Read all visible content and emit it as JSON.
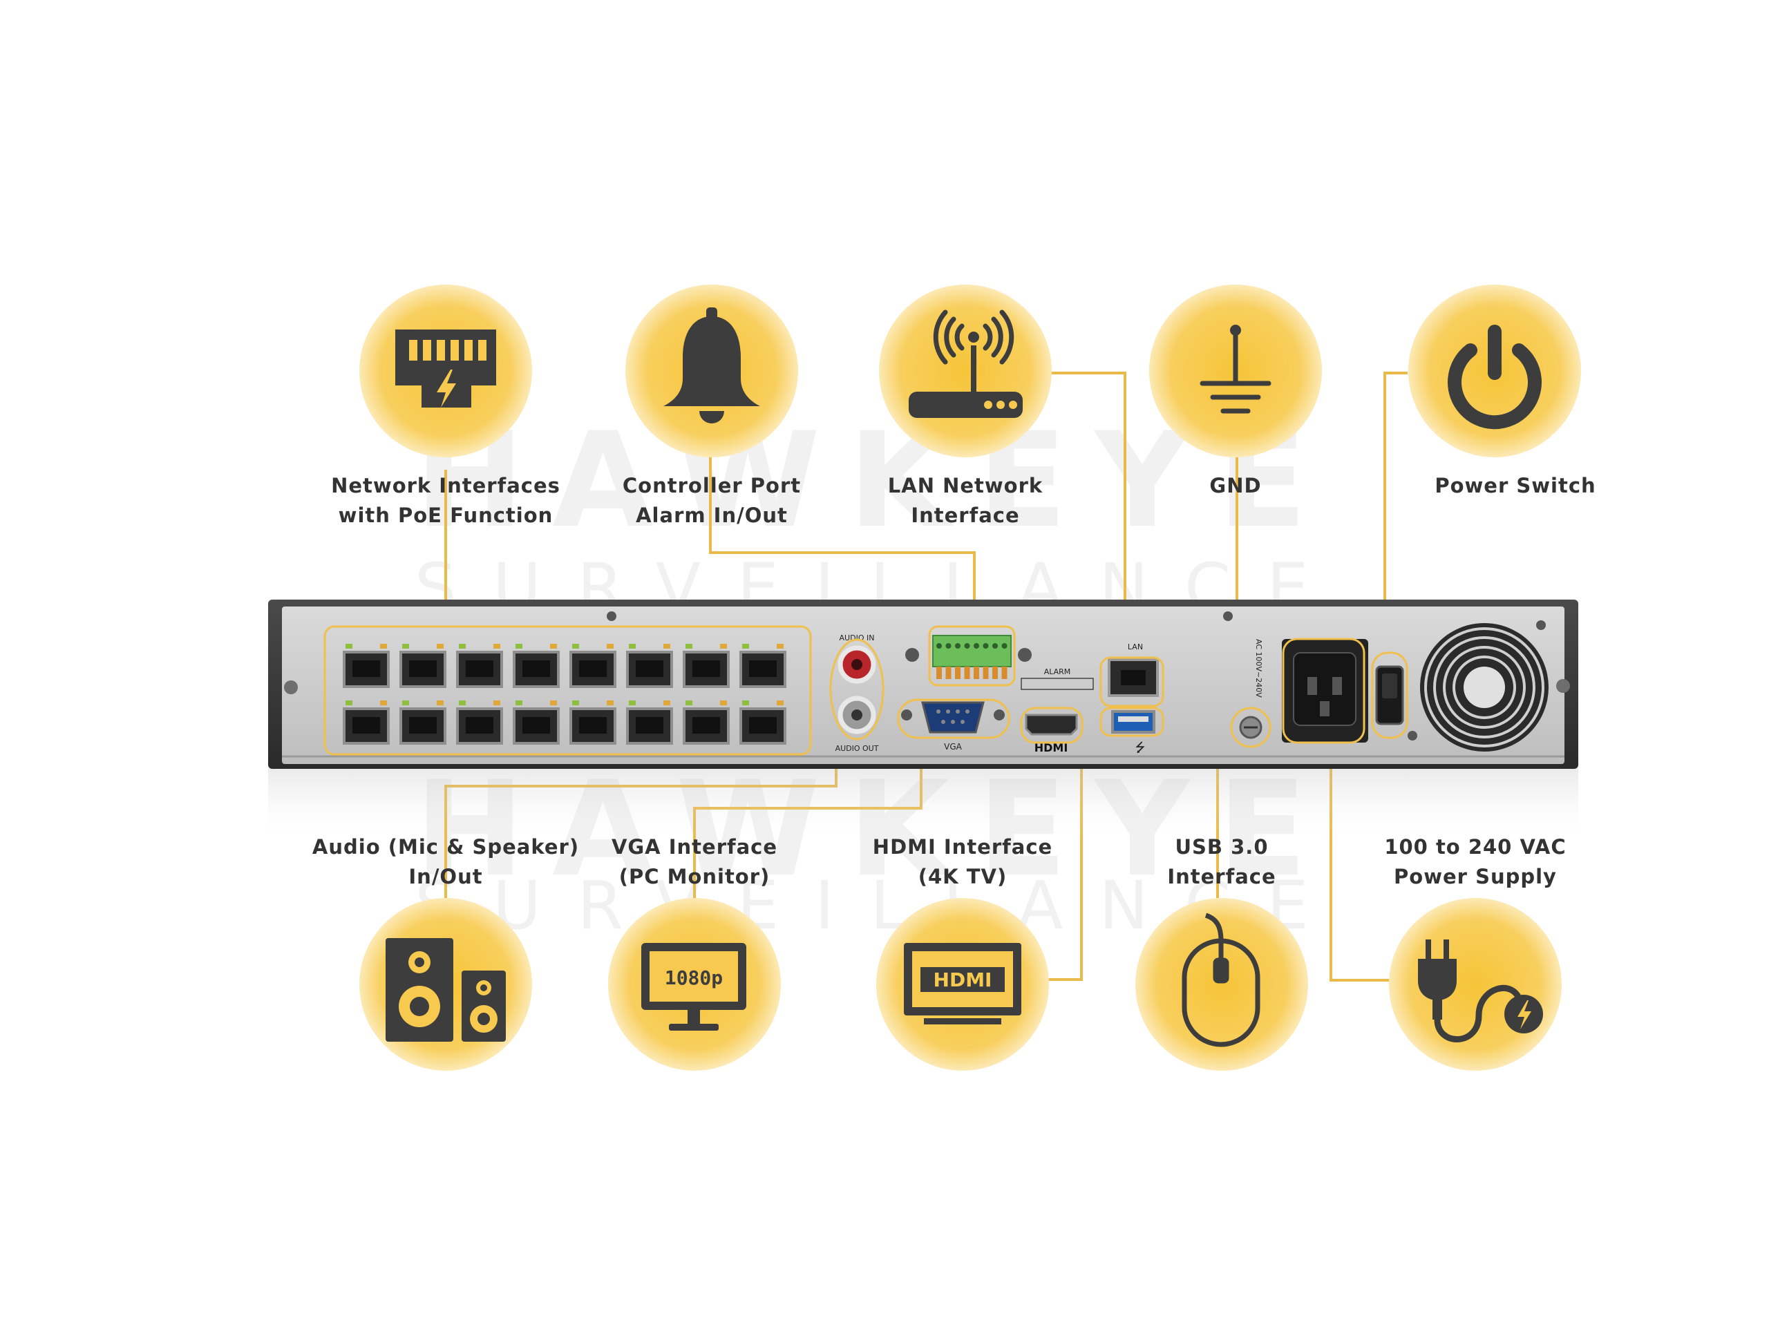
{
  "watermark": {
    "brand": "HAWKEYE",
    "tagline": "SURVEILLANCE"
  },
  "colors": {
    "circle_fill": "#F7C94F",
    "circle_edge": "#FBEFC9",
    "icon": "#3D3D3D",
    "connector": "#E9B949",
    "chassis": "#3A3A3A",
    "panel": "#CFCFCF"
  },
  "features_top": [
    {
      "icon": "rj45-poe-icon",
      "line1": "Network Interfaces",
      "line2": "with PoE Function"
    },
    {
      "icon": "bell-icon",
      "line1": "Controller Port",
      "line2": "Alarm In/Out"
    },
    {
      "icon": "router-icon",
      "line1": "LAN Network",
      "line2": "Interface"
    },
    {
      "icon": "ground-icon",
      "line1": "GND",
      "line2": ""
    },
    {
      "icon": "power-icon",
      "line1": "Power Switch",
      "line2": ""
    }
  ],
  "features_bottom": [
    {
      "icon": "speakers-icon",
      "line1": "Audio (Mic & Speaker)",
      "line2": "In/Out"
    },
    {
      "icon": "monitor-icon",
      "line1": "VGA Interface",
      "line2": "(PC Monitor)",
      "screen_text": "1080p"
    },
    {
      "icon": "hdmi-tv-icon",
      "line1": "HDMI Interface",
      "line2": "(4K TV)",
      "screen_text": "HDMI"
    },
    {
      "icon": "mouse-icon",
      "line1": "USB 3.0",
      "line2": "Interface"
    },
    {
      "icon": "power-plug-icon",
      "line1": "100 to 240 VAC",
      "line2": "Power Supply"
    }
  ],
  "panel_labels": {
    "audio_in": "AUDIO IN",
    "audio_out": "AUDIO OUT",
    "alarm": "ALARM",
    "vga": "VGA",
    "hdmi": "HDMI",
    "lan": "LAN",
    "ac": "AC 100V~240V"
  }
}
